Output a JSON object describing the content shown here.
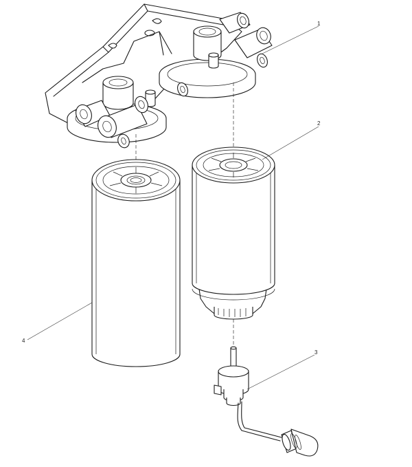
{
  "callouts": [
    "1",
    "2",
    "3",
    "4"
  ],
  "parts": [
    {
      "number": "1",
      "icon": "filter-head-bracket-icon"
    },
    {
      "number": "2",
      "icon": "fuel-water-separator-filter-icon"
    },
    {
      "number": "3",
      "icon": "water-in-fuel-sensor-icon"
    },
    {
      "number": "4",
      "icon": "spin-on-fuel-filter-icon"
    }
  ],
  "colors": {
    "line": "#1a1a1a",
    "background": "#ffffff"
  }
}
